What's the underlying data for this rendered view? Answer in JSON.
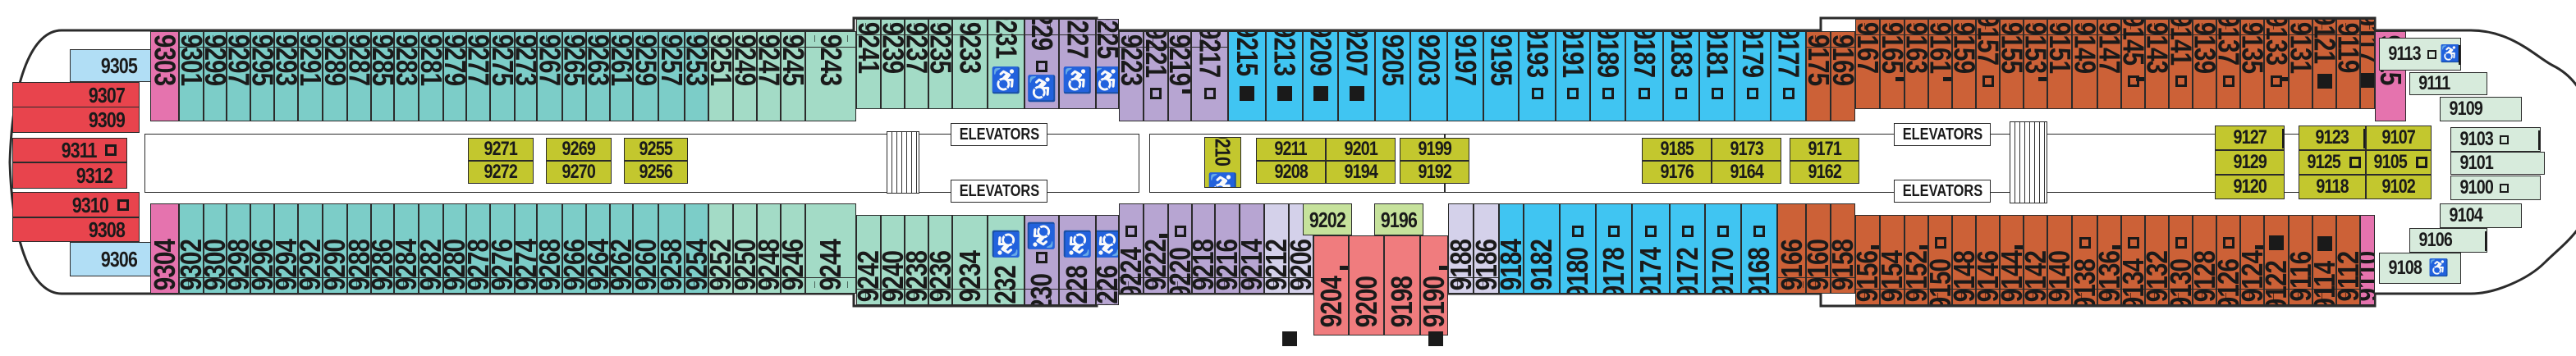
{
  "title": "Deck 9 Plan",
  "legend_colors": {
    "teal": "#7ccdc8",
    "mint": "#a3dbc6",
    "lavender": "#b7a5d2",
    "light_lavender": "#d4d1ea",
    "sky": "#40c5f2",
    "olive": "#c3c72e",
    "brown": "#cc6137",
    "pink": "#e573ae",
    "red": "#e8444d",
    "salmon": "#f07c7e",
    "light_green": "#c6e29c",
    "pale_green": "#d7ebdc",
    "light_blue": "#b1def5"
  },
  "labels": {
    "elevators": "ELEVATORS"
  },
  "markers_legend": {
    "square": "open-square",
    "filled_square": "filled-square",
    "wheelchair": "wheelchair-accessible",
    "connecting": "connecting-bar"
  },
  "aft": {
    "cabins": [
      {
        "num": "9305",
        "cat": "light_blue"
      },
      {
        "num": "9307",
        "cat": "red"
      },
      {
        "num": "9309",
        "cat": "red"
      },
      {
        "num": "9311",
        "cat": "red",
        "marks": [
          "square"
        ]
      },
      {
        "num": "9312",
        "cat": "red"
      },
      {
        "num": "9310",
        "cat": "red",
        "marks": [
          "square"
        ]
      },
      {
        "num": "9308",
        "cat": "red"
      },
      {
        "num": "9306",
        "cat": "light_blue"
      }
    ]
  },
  "top_row": [
    {
      "num": "9303",
      "cat": "pink"
    },
    {
      "num": "9301",
      "cat": "teal"
    },
    {
      "num": "9299",
      "cat": "teal"
    },
    {
      "num": "9297",
      "cat": "teal"
    },
    {
      "num": "9295",
      "cat": "teal"
    },
    {
      "num": "9293",
      "cat": "teal"
    },
    {
      "num": "9291",
      "cat": "teal"
    },
    {
      "num": "9289",
      "cat": "teal"
    },
    {
      "num": "9287",
      "cat": "teal"
    },
    {
      "num": "9285",
      "cat": "teal"
    },
    {
      "num": "9283",
      "cat": "teal"
    },
    {
      "num": "9281",
      "cat": "teal"
    },
    {
      "num": "9279",
      "cat": "teal"
    },
    {
      "num": "9277",
      "cat": "teal"
    },
    {
      "num": "9275",
      "cat": "teal"
    },
    {
      "num": "9273",
      "cat": "teal"
    },
    {
      "num": "9267",
      "cat": "teal"
    },
    {
      "num": "9265",
      "cat": "teal"
    },
    {
      "num": "9263",
      "cat": "teal"
    },
    {
      "num": "9261",
      "cat": "teal"
    },
    {
      "num": "9259",
      "cat": "teal"
    },
    {
      "num": "9257",
      "cat": "teal"
    },
    {
      "num": "9253",
      "cat": "teal"
    },
    {
      "num": "9251",
      "cat": "mint"
    },
    {
      "num": "9249",
      "cat": "mint"
    },
    {
      "num": "9247",
      "cat": "mint"
    },
    {
      "num": "9245",
      "cat": "mint"
    },
    {
      "num": "9243",
      "cat": "mint"
    },
    {
      "num": "9241",
      "cat": "mint"
    },
    {
      "num": "9239",
      "cat": "mint"
    },
    {
      "num": "9237",
      "cat": "mint"
    },
    {
      "num": "9235",
      "cat": "mint"
    },
    {
      "num": "9233",
      "cat": "mint"
    },
    {
      "num": "9231",
      "cat": "mint",
      "marks": [
        "wheelchair"
      ]
    },
    {
      "num": "9229",
      "cat": "lavender",
      "marks": [
        "square",
        "wheelchair"
      ]
    },
    {
      "num": "9227",
      "cat": "lavender",
      "marks": [
        "wheelchair"
      ]
    },
    {
      "num": "9225",
      "cat": "lavender",
      "marks": [
        "wheelchair"
      ]
    },
    {
      "num": "9223",
      "cat": "lavender"
    },
    {
      "num": "9221",
      "cat": "lavender",
      "marks": [
        "square"
      ]
    },
    {
      "num": "9219",
      "cat": "lavender",
      "marks": [
        "connecting"
      ]
    },
    {
      "num": "9217",
      "cat": "lavender",
      "marks": [
        "square"
      ]
    },
    {
      "num": "9215",
      "cat": "sky",
      "marks": [
        "filled_square"
      ]
    },
    {
      "num": "9213",
      "cat": "sky",
      "marks": [
        "filled_square"
      ]
    },
    {
      "num": "9209",
      "cat": "sky",
      "marks": [
        "filled_square"
      ]
    },
    {
      "num": "9207",
      "cat": "sky",
      "marks": [
        "filled_square"
      ]
    },
    {
      "num": "9205",
      "cat": "sky"
    },
    {
      "num": "9203",
      "cat": "sky"
    },
    {
      "num": "9197",
      "cat": "sky"
    },
    {
      "num": "9195",
      "cat": "sky"
    },
    {
      "num": "9193",
      "cat": "sky",
      "marks": [
        "square"
      ]
    },
    {
      "num": "9191",
      "cat": "sky",
      "marks": [
        "square"
      ]
    },
    {
      "num": "9189",
      "cat": "sky",
      "marks": [
        "square"
      ]
    },
    {
      "num": "9187",
      "cat": "sky",
      "marks": [
        "square"
      ]
    },
    {
      "num": "9183",
      "cat": "sky",
      "marks": [
        "square"
      ]
    },
    {
      "num": "9181",
      "cat": "sky",
      "marks": [
        "square"
      ]
    },
    {
      "num": "9179",
      "cat": "sky",
      "marks": [
        "square"
      ]
    },
    {
      "num": "9177",
      "cat": "sky",
      "marks": [
        "square"
      ]
    },
    {
      "num": "9175",
      "cat": "brown"
    },
    {
      "num": "9169",
      "cat": "brown"
    },
    {
      "num": "9167",
      "cat": "brown"
    },
    {
      "num": "9165",
      "cat": "brown",
      "marks": [
        "connecting"
      ]
    },
    {
      "num": "9163",
      "cat": "brown"
    },
    {
      "num": "9161",
      "cat": "brown",
      "marks": [
        "connecting"
      ]
    },
    {
      "num": "9159",
      "cat": "brown"
    },
    {
      "num": "9157",
      "cat": "brown",
      "marks": [
        "square"
      ]
    },
    {
      "num": "9155",
      "cat": "brown"
    },
    {
      "num": "9153",
      "cat": "brown",
      "marks": [
        "connecting"
      ]
    },
    {
      "num": "9151",
      "cat": "brown"
    },
    {
      "num": "9149",
      "cat": "brown"
    },
    {
      "num": "9147",
      "cat": "brown"
    },
    {
      "num": "9145",
      "cat": "brown",
      "marks": [
        "square",
        "connecting"
      ]
    },
    {
      "num": "9143",
      "cat": "brown"
    },
    {
      "num": "9141",
      "cat": "brown",
      "marks": [
        "square"
      ]
    },
    {
      "num": "9139",
      "cat": "brown"
    },
    {
      "num": "9137",
      "cat": "brown",
      "marks": [
        "square"
      ]
    },
    {
      "num": "9135",
      "cat": "brown"
    },
    {
      "num": "9133",
      "cat": "brown",
      "marks": [
        "square",
        "connecting"
      ]
    },
    {
      "num": "9131",
      "cat": "brown"
    },
    {
      "num": "9121",
      "cat": "brown",
      "marks": [
        "filled_square"
      ]
    },
    {
      "num": "9119",
      "cat": "brown"
    },
    {
      "num": "9117",
      "cat": "brown",
      "marks": [
        "filled_square"
      ]
    },
    {
      "num": "9115",
      "cat": "pink"
    }
  ],
  "bottom_row": [
    {
      "num": "9304",
      "cat": "pink"
    },
    {
      "num": "9302",
      "cat": "teal"
    },
    {
      "num": "9300",
      "cat": "teal"
    },
    {
      "num": "9298",
      "cat": "teal"
    },
    {
      "num": "9296",
      "cat": "teal"
    },
    {
      "num": "9294",
      "cat": "teal"
    },
    {
      "num": "9292",
      "cat": "teal"
    },
    {
      "num": "9290",
      "cat": "teal"
    },
    {
      "num": "9288",
      "cat": "teal"
    },
    {
      "num": "9286",
      "cat": "teal"
    },
    {
      "num": "9284",
      "cat": "teal"
    },
    {
      "num": "9282",
      "cat": "teal"
    },
    {
      "num": "9280",
      "cat": "teal"
    },
    {
      "num": "9278",
      "cat": "teal"
    },
    {
      "num": "9276",
      "cat": "teal"
    },
    {
      "num": "9274",
      "cat": "teal"
    },
    {
      "num": "9268",
      "cat": "teal"
    },
    {
      "num": "9266",
      "cat": "teal"
    },
    {
      "num": "9264",
      "cat": "teal"
    },
    {
      "num": "9262",
      "cat": "teal"
    },
    {
      "num": "9260",
      "cat": "teal"
    },
    {
      "num": "9258",
      "cat": "teal"
    },
    {
      "num": "9254",
      "cat": "teal"
    },
    {
      "num": "9252",
      "cat": "mint"
    },
    {
      "num": "9250",
      "cat": "mint"
    },
    {
      "num": "9248",
      "cat": "mint"
    },
    {
      "num": "9246",
      "cat": "mint"
    },
    {
      "num": "9244",
      "cat": "mint"
    },
    {
      "num": "9242",
      "cat": "mint"
    },
    {
      "num": "9240",
      "cat": "mint"
    },
    {
      "num": "9238",
      "cat": "mint"
    },
    {
      "num": "9236",
      "cat": "mint"
    },
    {
      "num": "9234",
      "cat": "mint"
    },
    {
      "num": "9232",
      "cat": "mint",
      "marks": [
        "wheelchair"
      ]
    },
    {
      "num": "9230",
      "cat": "lavender",
      "marks": [
        "square",
        "wheelchair"
      ]
    },
    {
      "num": "9228",
      "cat": "lavender",
      "marks": [
        "wheelchair"
      ]
    },
    {
      "num": "9226",
      "cat": "lavender",
      "marks": [
        "wheelchair"
      ]
    },
    {
      "num": "9224",
      "cat": "lavender",
      "marks": [
        "square"
      ]
    },
    {
      "num": "9222",
      "cat": "lavender",
      "marks": [
        "connecting"
      ]
    },
    {
      "num": "9220",
      "cat": "lavender",
      "marks": [
        "square"
      ]
    },
    {
      "num": "9218",
      "cat": "lavender"
    },
    {
      "num": "9216",
      "cat": "lavender"
    },
    {
      "num": "9214",
      "cat": "lavender"
    },
    {
      "num": "9212",
      "cat": "light_lavender"
    },
    {
      "num": "9206",
      "cat": "light_lavender"
    },
    {
      "num": "9204",
      "cat": "salmon",
      "marks": [
        "connecting"
      ]
    },
    {
      "num": "9200",
      "cat": "salmon"
    },
    {
      "num": "9198",
      "cat": "salmon"
    },
    {
      "num": "9190",
      "cat": "salmon",
      "marks": [
        "connecting"
      ]
    },
    {
      "num": "9188",
      "cat": "light_lavender"
    },
    {
      "num": "9186",
      "cat": "light_lavender"
    },
    {
      "num": "9184",
      "cat": "sky"
    },
    {
      "num": "9182",
      "cat": "sky"
    },
    {
      "num": "9180",
      "cat": "sky",
      "marks": [
        "square"
      ]
    },
    {
      "num": "9178",
      "cat": "sky",
      "marks": [
        "square"
      ]
    },
    {
      "num": "9174",
      "cat": "sky",
      "marks": [
        "square"
      ]
    },
    {
      "num": "9172",
      "cat": "sky",
      "marks": [
        "square"
      ]
    },
    {
      "num": "9170",
      "cat": "sky",
      "marks": [
        "square"
      ]
    },
    {
      "num": "9168",
      "cat": "sky",
      "marks": [
        "square"
      ]
    },
    {
      "num": "9166",
      "cat": "brown"
    },
    {
      "num": "9160",
      "cat": "brown"
    },
    {
      "num": "9158",
      "cat": "brown"
    },
    {
      "num": "9156",
      "cat": "brown",
      "marks": [
        "connecting"
      ]
    },
    {
      "num": "9154",
      "cat": "brown"
    },
    {
      "num": "9152",
      "cat": "brown",
      "marks": [
        "connecting"
      ]
    },
    {
      "num": "9150",
      "cat": "brown",
      "marks": [
        "square"
      ]
    },
    {
      "num": "9148",
      "cat": "brown"
    },
    {
      "num": "9146",
      "cat": "brown"
    },
    {
      "num": "9144",
      "cat": "brown",
      "marks": [
        "connecting"
      ]
    },
    {
      "num": "9142",
      "cat": "brown"
    },
    {
      "num": "9140",
      "cat": "brown"
    },
    {
      "num": "9138",
      "cat": "brown",
      "marks": [
        "square"
      ]
    },
    {
      "num": "9136",
      "cat": "brown",
      "marks": [
        "connecting"
      ]
    },
    {
      "num": "9134",
      "cat": "brown",
      "marks": [
        "square"
      ]
    },
    {
      "num": "9132",
      "cat": "brown"
    },
    {
      "num": "9130",
      "cat": "brown",
      "marks": [
        "square"
      ]
    },
    {
      "num": "9128",
      "cat": "brown"
    },
    {
      "num": "9126",
      "cat": "brown",
      "marks": [
        "square"
      ]
    },
    {
      "num": "9124",
      "cat": "brown",
      "marks": [
        "connecting"
      ]
    },
    {
      "num": "9122",
      "cat": "brown",
      "marks": [
        "filled_square"
      ]
    },
    {
      "num": "9116",
      "cat": "brown"
    },
    {
      "num": "9114",
      "cat": "brown",
      "marks": [
        "filled_square"
      ]
    },
    {
      "num": "9112",
      "cat": "brown"
    },
    {
      "num": "9110",
      "cat": "pink"
    }
  ],
  "mid_upper_small": [
    {
      "num": "9202",
      "cat": "light_green"
    },
    {
      "num": "9196",
      "cat": "light_green"
    }
  ],
  "center_cabins": [
    {
      "num": "9271",
      "cat": "olive"
    },
    {
      "num": "9272",
      "cat": "olive"
    },
    {
      "num": "9269",
      "cat": "olive"
    },
    {
      "num": "9270",
      "cat": "olive"
    },
    {
      "num": "9255",
      "cat": "olive"
    },
    {
      "num": "9256",
      "cat": "olive"
    },
    {
      "num": "9210",
      "cat": "olive",
      "marks": [
        "wheelchair"
      ]
    },
    {
      "num": "9211",
      "cat": "olive"
    },
    {
      "num": "9208",
      "cat": "olive"
    },
    {
      "num": "9201",
      "cat": "olive"
    },
    {
      "num": "9194",
      "cat": "olive"
    },
    {
      "num": "9199",
      "cat": "olive"
    },
    {
      "num": "9192",
      "cat": "olive"
    },
    {
      "num": "9185",
      "cat": "olive"
    },
    {
      "num": "9176",
      "cat": "olive"
    },
    {
      "num": "9173",
      "cat": "olive"
    },
    {
      "num": "9164",
      "cat": "olive"
    },
    {
      "num": "9171",
      "cat": "olive"
    },
    {
      "num": "9162",
      "cat": "olive"
    },
    {
      "num": "9127",
      "cat": "olive",
      "marks": [
        "connecting"
      ]
    },
    {
      "num": "9129",
      "cat": "olive"
    },
    {
      "num": "9120",
      "cat": "olive"
    },
    {
      "num": "9123",
      "cat": "olive",
      "marks": [
        "connecting"
      ]
    },
    {
      "num": "9125",
      "cat": "olive",
      "marks": [
        "square"
      ]
    },
    {
      "num": "9118",
      "cat": "olive"
    },
    {
      "num": "9107",
      "cat": "olive"
    },
    {
      "num": "9105",
      "cat": "olive",
      "marks": [
        "square"
      ]
    },
    {
      "num": "9102",
      "cat": "olive"
    }
  ],
  "forward": {
    "cabins": [
      {
        "num": "9113",
        "cat": "pale_green",
        "marks": [
          "square",
          "wheelchair",
          "connecting"
        ]
      },
      {
        "num": "9111",
        "cat": "pale_green"
      },
      {
        "num": "9109",
        "cat": "pale_green"
      },
      {
        "num": "9103",
        "cat": "pale_green",
        "marks": [
          "square",
          "connecting"
        ]
      },
      {
        "num": "9101",
        "cat": "pale_green"
      },
      {
        "num": "9100",
        "cat": "pale_green",
        "marks": [
          "square"
        ]
      },
      {
        "num": "9104",
        "cat": "pale_green"
      },
      {
        "num": "9106",
        "cat": "pale_green",
        "marks": [
          "connecting"
        ]
      },
      {
        "num": "9108",
        "cat": "pale_green",
        "marks": [
          "wheelchair"
        ]
      }
    ]
  },
  "elevators": [
    {
      "label": "ELEVATORS"
    },
    {
      "label": "ELEVATORS"
    },
    {
      "label": "ELEVATORS"
    },
    {
      "label": "ELEVATORS"
    }
  ]
}
